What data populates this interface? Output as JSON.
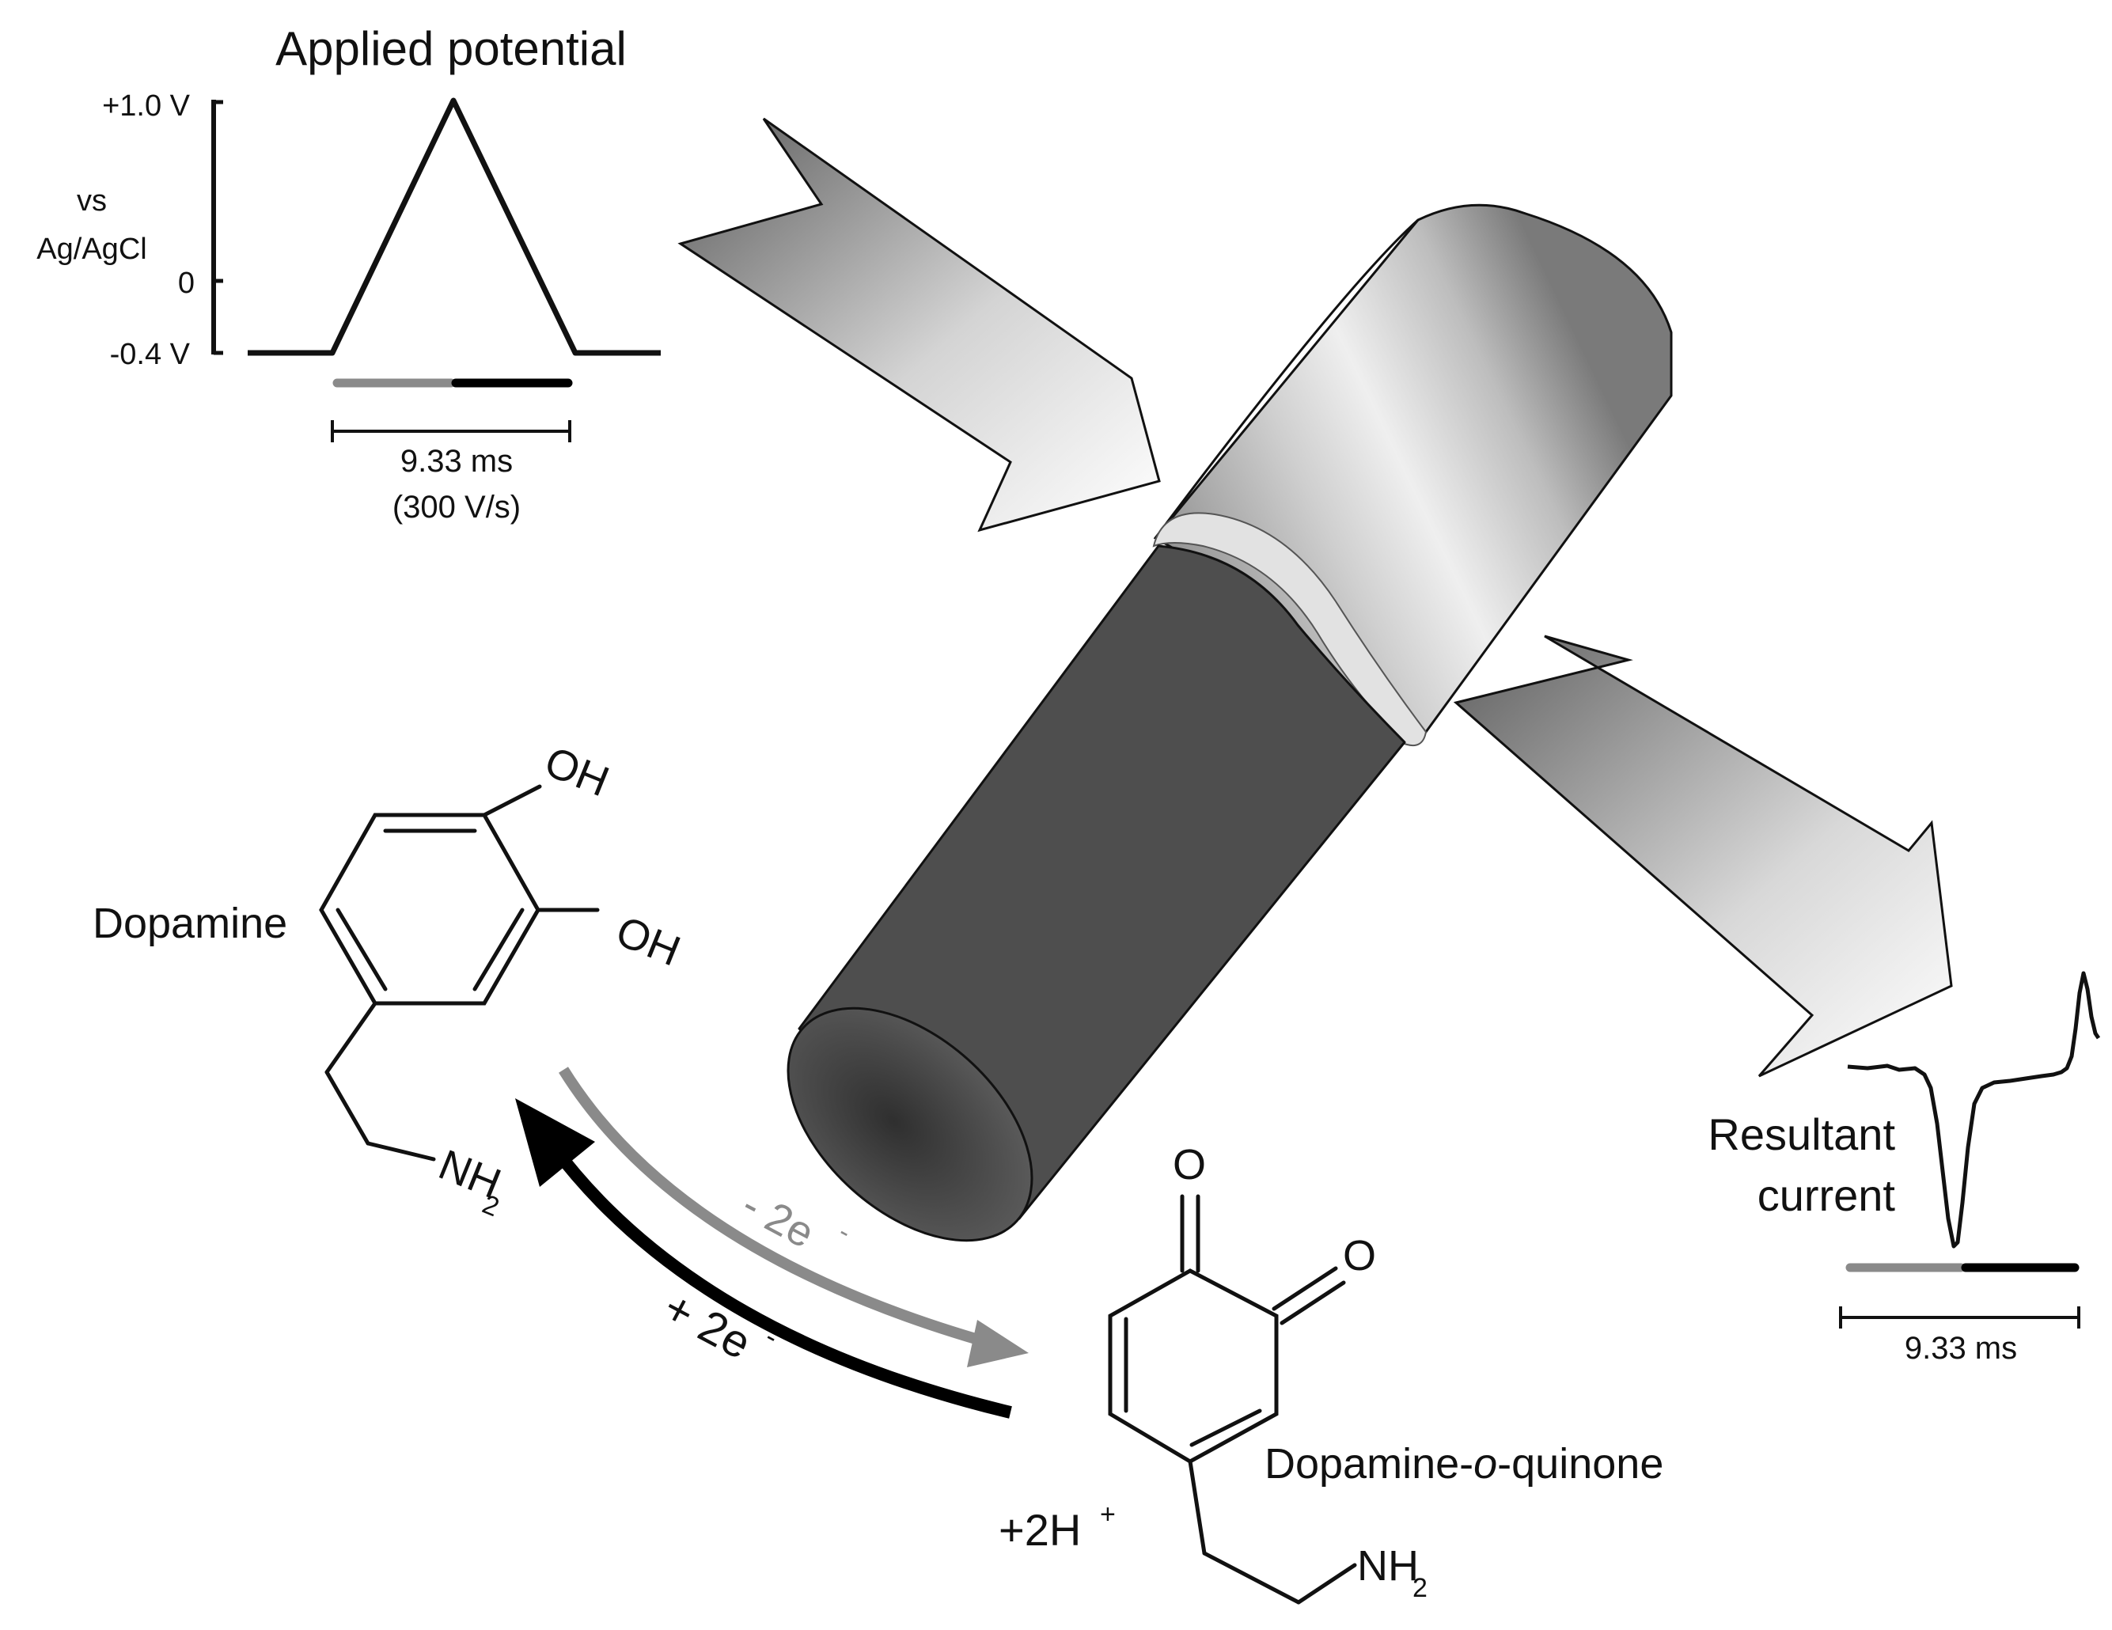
{
  "applied_potential": {
    "title": "Applied potential",
    "y_tick_top": "+1.0 V",
    "y_tick_zero": "0",
    "y_tick_bottom": "-0.4 V",
    "reference_line1": "vs",
    "reference_line2": "Ag/AgCl",
    "scale_time": "9.33 ms",
    "scan_rate": "(300 V/s)",
    "waveform": {
      "holding_potential_V": -0.4,
      "switching_potential_V": 1.0,
      "duration_ms": 9.33,
      "scan_rate_V_per_s": 300
    }
  },
  "reaction": {
    "reactant_name": "Dopamine",
    "product_name_prefix": "Dopamine-",
    "product_name_italic": "o",
    "product_name_suffix": "-quinone",
    "oxidation_label": "- 2e",
    "oxidation_sup": "-",
    "reduction_label": "+ 2e",
    "reduction_sup": "-",
    "protons_label": "+2H",
    "protons_sup": "+",
    "group_oh": "OH",
    "group_nh": "NH",
    "group_sub": "2",
    "group_o": "O"
  },
  "resultant_current": {
    "label_line1": "Resultant",
    "label_line2": "current",
    "scale_time": "9.33 ms"
  },
  "colors": {
    "ink": "#111111",
    "oxidation_gray": "#8a8a8a",
    "reduction_black": "#000000",
    "electrode_carbon": "#4e4e4e",
    "insulation_light": "#e0e0e0",
    "insulation_dark": "#8c8c8c"
  }
}
